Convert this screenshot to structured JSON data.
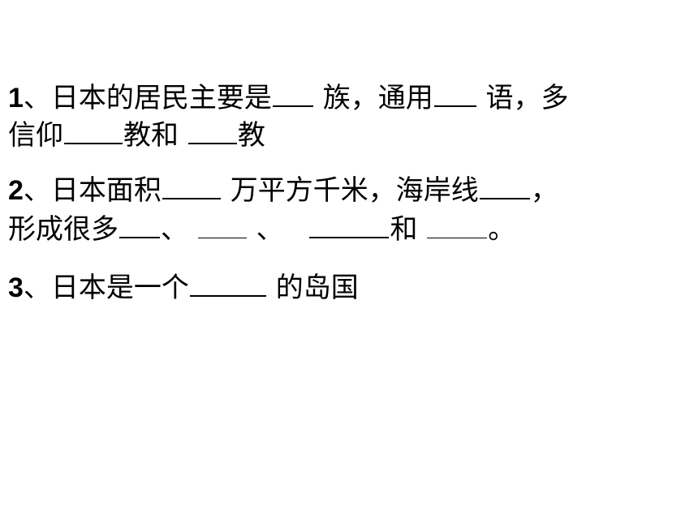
{
  "q1": {
    "number": "1",
    "line1": {
      "p1": "、日本的居民主要是",
      "p2": " 族，通用",
      "p3": " 语，多"
    },
    "line2": {
      "p1": "信仰",
      "p2": "教和 ",
      "p3": "教"
    }
  },
  "q2": {
    "number": "2",
    "line1": {
      "p1": "、日本面积",
      "p2": " 万平方千米，海岸线",
      "p3": "，"
    },
    "line2": {
      "p1": "形成很多",
      "p2": "、 ",
      "p3": " 、 ",
      "p4": "和 ",
      "p5": "。"
    }
  },
  "q3": {
    "number": "3",
    "line1": {
      "p1": "、日本是一个",
      "p2": " 的岛国"
    }
  }
}
